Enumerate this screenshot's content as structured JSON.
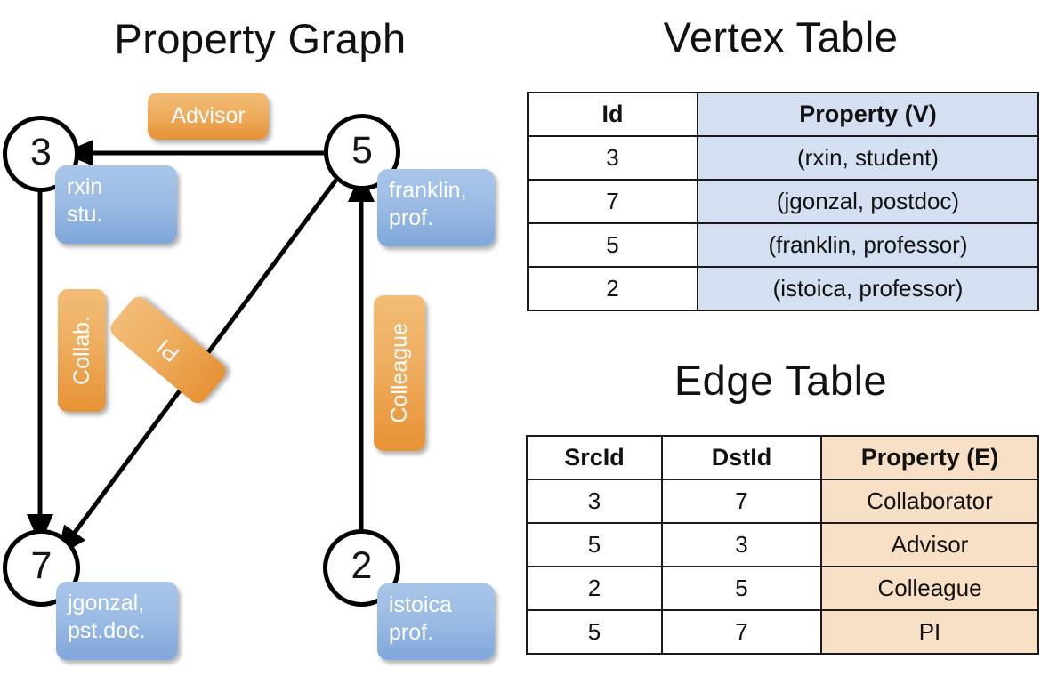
{
  "titles": {
    "property_graph": "Property Graph",
    "vertex_table": "Vertex Table",
    "edge_table": "Edge Table"
  },
  "colors": {
    "vertex_property_fill": "#d4dff2",
    "edge_property_fill": "#f8e0c6",
    "node_property_box": "#9cbce5",
    "edge_label_box": "#eeae5f",
    "stroke": "#000000"
  },
  "graph": {
    "nodes": [
      {
        "id": "3",
        "property_line1": "rxin",
        "property_line2": "stu."
      },
      {
        "id": "5",
        "property_line1": "franklin,",
        "property_line2": "prof."
      },
      {
        "id": "7",
        "property_line1": "jgonzal,",
        "property_line2": "pst.doc."
      },
      {
        "id": "2",
        "property_line1": "istoica",
        "property_line2": "prof."
      }
    ],
    "edge_labels": [
      {
        "text": "Advisor",
        "orientation": "horizontal"
      },
      {
        "text": "Collab.",
        "orientation": "vertical"
      },
      {
        "text": "PI",
        "orientation": "vertical-rotated"
      },
      {
        "text": "Colleague",
        "orientation": "vertical"
      }
    ]
  },
  "vertex_table": {
    "headers": [
      "Id",
      "Property (V)"
    ],
    "rows": [
      {
        "id": "3",
        "property": "(rxin, student)"
      },
      {
        "id": "7",
        "property": "(jgonzal, postdoc)"
      },
      {
        "id": "5",
        "property": "(franklin, professor)"
      },
      {
        "id": "2",
        "property": "(istoica, professor)"
      }
    ]
  },
  "edge_table": {
    "headers": [
      "SrcId",
      "DstId",
      "Property (E)"
    ],
    "rows": [
      {
        "src": "3",
        "dst": "7",
        "property": "Collaborator"
      },
      {
        "src": "5",
        "dst": "3",
        "property": "Advisor"
      },
      {
        "src": "2",
        "dst": "5",
        "property": "Colleague"
      },
      {
        "src": "5",
        "dst": "7",
        "property": "PI"
      }
    ]
  }
}
